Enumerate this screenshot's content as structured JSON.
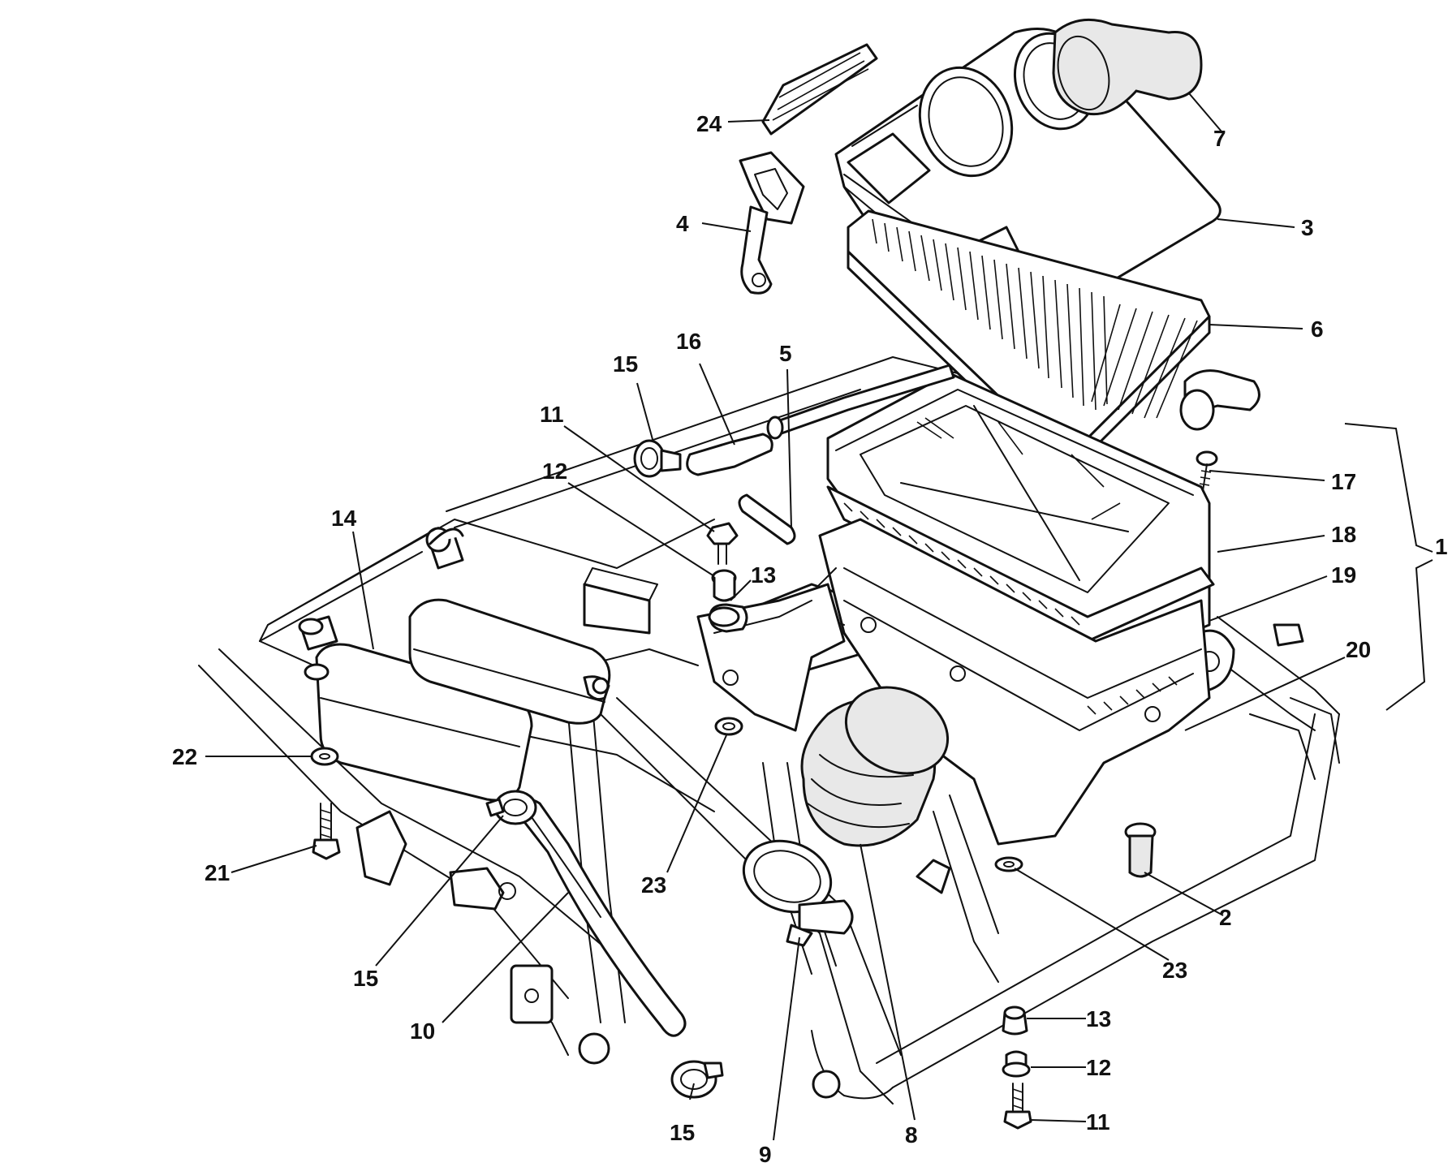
{
  "diagram": {
    "callouts": [
      {
        "label": "24"
      },
      {
        "label": "4"
      },
      {
        "label": "7"
      },
      {
        "label": "3"
      },
      {
        "label": "6"
      },
      {
        "label": "15"
      },
      {
        "label": "16"
      },
      {
        "label": "5"
      },
      {
        "label": "11"
      },
      {
        "label": "12"
      },
      {
        "label": "13"
      },
      {
        "label": "14"
      },
      {
        "label": "17"
      },
      {
        "label": "18"
      },
      {
        "label": "1"
      },
      {
        "label": "19"
      },
      {
        "label": "20"
      },
      {
        "label": "22"
      },
      {
        "label": "21"
      },
      {
        "label": "23"
      },
      {
        "label": "15"
      },
      {
        "label": "10"
      },
      {
        "label": "15"
      },
      {
        "label": "9"
      },
      {
        "label": "8"
      },
      {
        "label": "23"
      },
      {
        "label": "2"
      },
      {
        "label": "13"
      },
      {
        "label": "12"
      },
      {
        "label": "11"
      }
    ]
  }
}
